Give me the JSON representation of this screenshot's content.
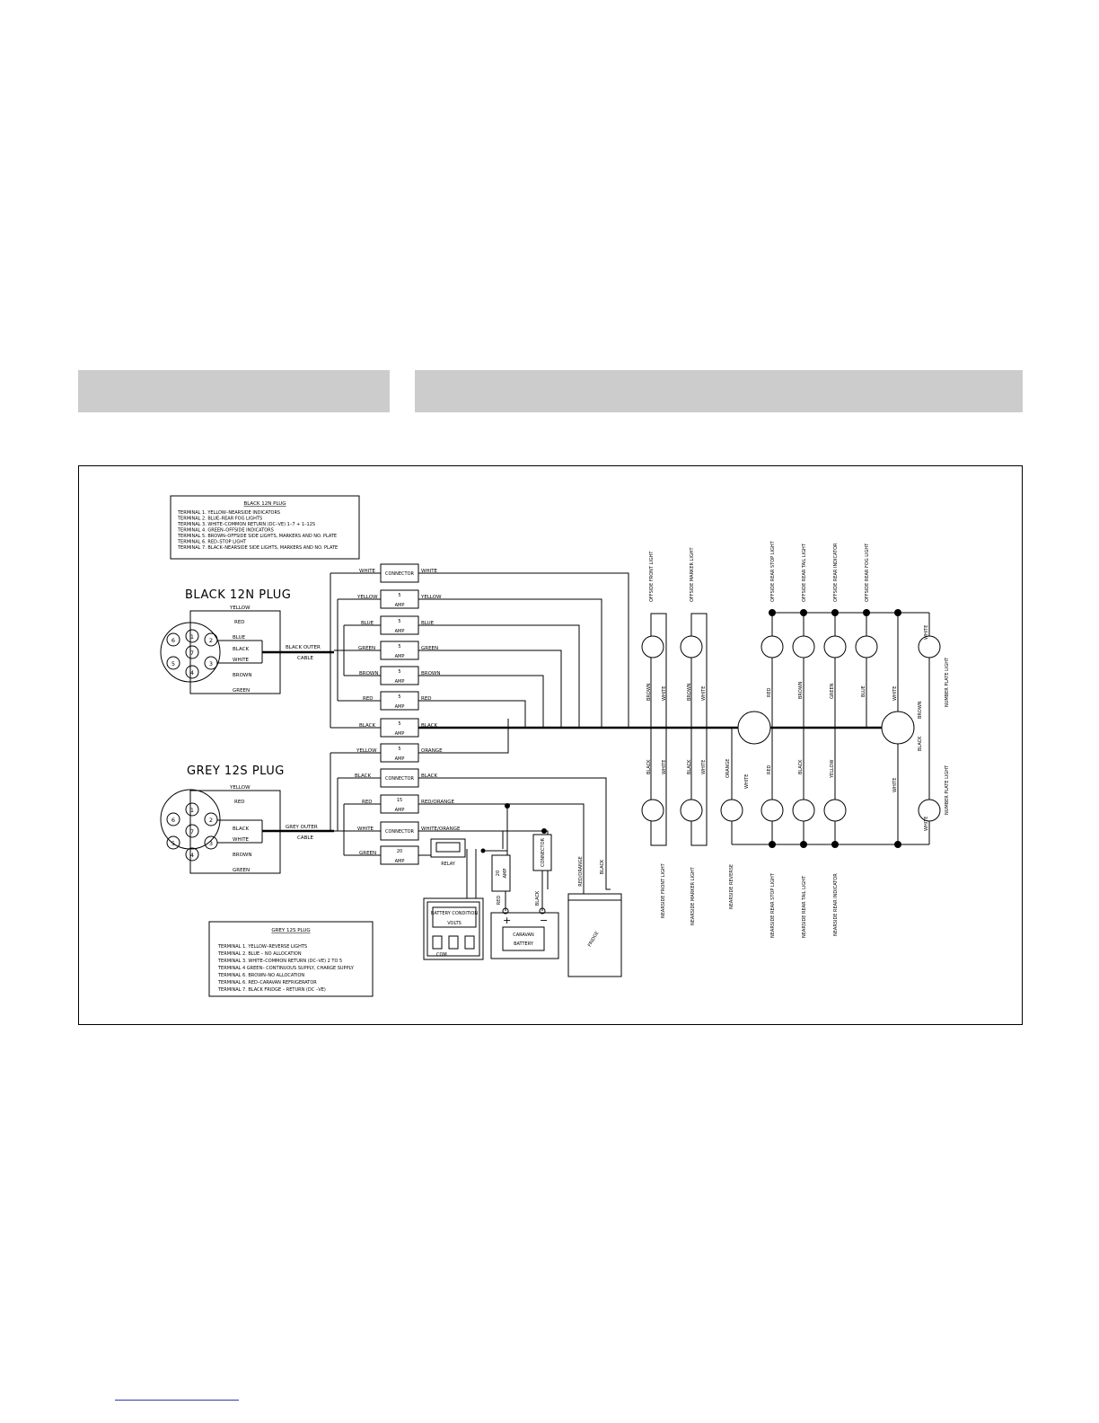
{
  "legend_12n": {
    "title": "BLACK 12N PLUG",
    "lines": [
      "TERMINAL 1.  YELLOW–NEARSIDE INDICATORS",
      "TERMINAL 2.  BLUE–REAR FOG LIGHTS",
      "TERMINAL 3.  WHITE–COMMON RETURN (DC–VE) 1–7 + 1–12S",
      "TERMINAL 4.  GREEN–OFFSIDE INDICATORS",
      "TERMINAL 5.  BROWN–OFFSIDE SIDE LIGHTS, MARKERS AND NO. PLATE",
      "TERMINAL 6.  RED–STOP LIGHT",
      "TERMINAL 7.  BLACK–NEARSIDE SIDE LIGHTS, MARKERS AND NO. PLATE"
    ]
  },
  "legend_12s": {
    "title": "GREY 12S PLUG",
    "lines": [
      "TERMINAL 1. YELLOW–REVERSE LIGHTS",
      "TERMINAL 2. BLUE – NO ALLOCATION",
      "TERMINAL 3. WHITE–COMMON RETURN (DC–VE) 2 TO 5",
      "TERMINAL 4 GREEN– CONTINUOUS SUPPLY, CHARGE SUPPLY",
      "TERMINAL 6. BROWN–NO ALLOCATION",
      "TERMINAL 6. RED–CARAVAN REFRIGERATOR",
      "TERMINAL 7. BLACK FRIDGE – RETURN (DC –VE)"
    ]
  },
  "plug_12n": {
    "title": "BLACK 12N PLUG",
    "pins": [
      "1",
      "2",
      "3",
      "4",
      "5",
      "6",
      "7"
    ],
    "wires": [
      "YELLOW",
      "RED",
      "BLUE",
      "BLACK",
      "WHITE",
      "BROWN",
      "GREEN"
    ],
    "cable": [
      "BLACK OUTER",
      "CABLE"
    ]
  },
  "plug_12s": {
    "title": "GREY 12S PLUG",
    "pins": [
      "1",
      "2",
      "3",
      "4",
      "5",
      "6",
      "7"
    ],
    "wires": [
      "YELLOW",
      "RED",
      "BLACK",
      "WHITE",
      "BROWN",
      "GREEN"
    ],
    "cable": [
      "GREY OUTER",
      "CABLE"
    ]
  },
  "junction_rows": [
    {
      "in": "WHITE",
      "label": "CONNECTOR",
      "amp": "",
      "out": "WHITE"
    },
    {
      "in": "YELLOW",
      "label": "AMP",
      "amp": "5",
      "out": "YELLOW"
    },
    {
      "in": "BLUE",
      "label": "AMP",
      "amp": "5",
      "out": "BLUE"
    },
    {
      "in": "GREEN",
      "label": "AMP",
      "amp": "5",
      "out": "GREEN"
    },
    {
      "in": "BROWN",
      "label": "AMP",
      "amp": "5",
      "out": "BROWN"
    },
    {
      "in": "RED",
      "label": "AMP",
      "amp": "5",
      "out": "RED"
    },
    {
      "in": "BLACK",
      "label": "AMP",
      "amp": "5",
      "out": "BLACK"
    },
    {
      "in": "YELLOW",
      "label": "AMP",
      "amp": "5",
      "out": "ORANGE"
    },
    {
      "in": "BLACK",
      "label": "CONNECTOR",
      "amp": "",
      "out": "BLACK"
    },
    {
      "in": "RED",
      "label": "AMP",
      "amp": "15",
      "out": "RED/ORANGE"
    },
    {
      "in": "WHITE",
      "label": "CONNECTOR",
      "amp": "",
      "out": "WHITE/ORANGE"
    },
    {
      "in": "GREEN",
      "label": "AMP",
      "amp": "20",
      "out": ""
    }
  ],
  "components": {
    "relay": "RELAY",
    "fuse_20": {
      "amp": "20",
      "label": "AMP"
    },
    "connector_v": "CONNECTOR",
    "battery_condition": "BATTERY CONDITION",
    "volts": "VOLTS",
    "com": "COM",
    "battery": [
      "CARAVAN",
      "BATTERY"
    ],
    "plus": "+",
    "minus": "−",
    "fridge": "FRIDGE",
    "battery_wires": [
      "RED",
      "BLACK"
    ],
    "fridge_wires": [
      "RED/ORANGE",
      "BLACK"
    ]
  },
  "lamps": {
    "top_labels": [
      "OFFSIDE FRONT LIGHT",
      "OFFSIDE MARKER LIGHT",
      "OFFSIDE REAR STOP LIGHT",
      "OFFSIDE REAR TAIL LIGHT",
      "OFFSIDE REAR INDICATOR",
      "OFFSIDE REAR FOG LIGHT"
    ],
    "bottom_labels": [
      "NEARSIDE FRONT LIGHT",
      "NEARSIDE MARKER LIGHT",
      "NEARSIDE REVERSE",
      "NEARSIDE REAR STOP LIGHT",
      "NEARSIDE REAR TAIL LIGHT",
      "NEARSIDE REAR INDICATOR"
    ],
    "number_plate": [
      "NUMBER PLATE LIGHT",
      "NUMBER PLATE LIGHT"
    ],
    "wire_upper": [
      "BROWN",
      "WHITE",
      "BROWN",
      "WHITE",
      "RED",
      "BROWN",
      "GREEN",
      "BLUE",
      "WHITE",
      "WHITE",
      "BROWN"
    ],
    "wire_lower": [
      "BLACK",
      "WHITE",
      "BLACK",
      "WHITE",
      "ORANGE",
      "WHITE",
      "RED",
      "BLACK",
      "YELLOW",
      "WHITE",
      "BLACK",
      "WHITE"
    ]
  }
}
